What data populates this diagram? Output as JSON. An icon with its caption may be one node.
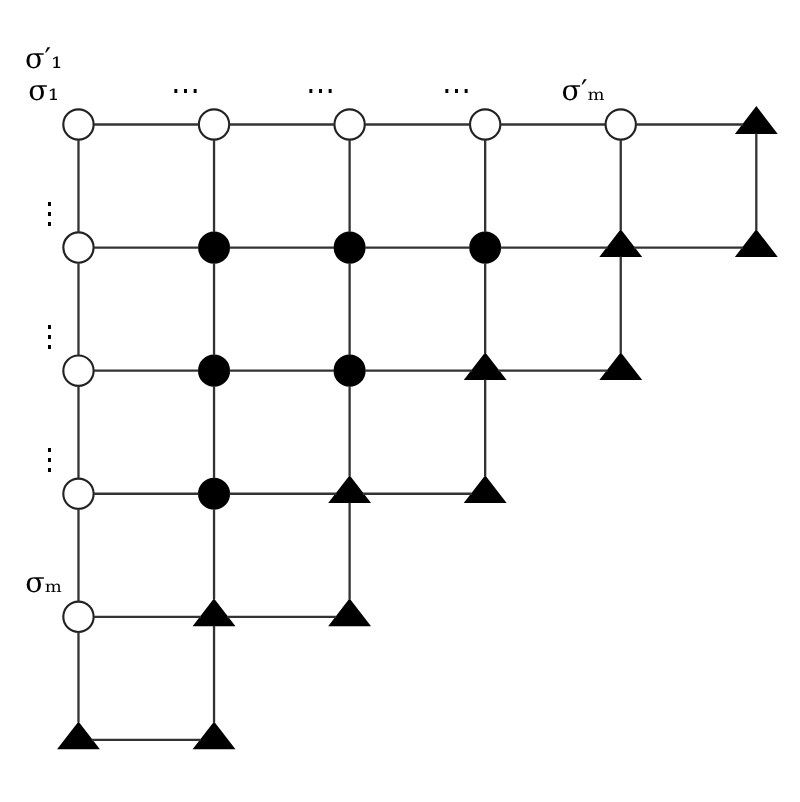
{
  "diagram": {
    "nodes": [
      {
        "text": [],
        "shape": "circle",
        "beside": [
          "σ′₁",
          "σ₁"
        ]
      },
      {
        "text": [],
        "shape": "circle",
        "beside": [
          "⋯"
        ]
      },
      {
        "text": [],
        "shape": "circle",
        "beside": [
          "⋯"
        ]
      },
      {
        "text": [],
        "shape": "circle",
        "beside": [
          "⋯"
        ]
      },
      {
        "text": [],
        "shape": "circle",
        "beside": [
          "σ′ₘ"
        ]
      },
      {
        "text": [],
        "shape": "triangle"
      },
      {
        "text": [],
        "shape": "circle",
        "beside": [
          "⋮"
        ]
      },
      {
        "text": [],
        "shape": "dot"
      },
      {
        "text": [],
        "shape": "dot"
      },
      {
        "text": [],
        "shape": "dot"
      },
      {
        "text": [],
        "shape": "triangle"
      },
      {
        "text": [],
        "shape": "triangle"
      },
      {
        "text": [],
        "shape": "circle",
        "beside": [
          "⋮"
        ]
      },
      {
        "text": [],
        "shape": "dot"
      },
      {
        "text": [],
        "shape": "dot"
      },
      {
        "text": [],
        "shape": "triangle"
      },
      {
        "text": [],
        "shape": "triangle"
      },
      {
        "text": [],
        "shape": "circle",
        "beside": [
          "⋮"
        ]
      },
      {
        "text": [],
        "shape": "dot"
      },
      {
        "text": [],
        "shape": "triangle"
      },
      {
        "text": [],
        "shape": "triangle"
      },
      {
        "text": [],
        "shape": "circle",
        "beside": [
          "σₘ"
        ]
      },
      {
        "text": [],
        "shape": "triangle"
      },
      {
        "text": [],
        "shape": "triangle"
      },
      {
        "text": [],
        "shape": "triangle"
      },
      {
        "text": [],
        "shape": "triangle"
      }
    ],
    "edges": [
      {
        "from": 0,
        "to": 1,
        "arrow": "none"
      },
      {
        "from": 1,
        "to": 2,
        "arrow": "none"
      },
      {
        "from": 2,
        "to": 3,
        "arrow": "none"
      },
      {
        "from": 3,
        "to": 4,
        "arrow": "none"
      },
      {
        "from": 4,
        "to": 5,
        "arrow": "none"
      },
      {
        "from": 0,
        "to": 6,
        "arrow": "none"
      },
      {
        "from": 1,
        "to": 7,
        "arrow": "none"
      },
      {
        "from": 2,
        "to": 8,
        "arrow": "none"
      },
      {
        "from": 3,
        "to": 9,
        "arrow": "none"
      },
      {
        "from": 4,
        "to": 10,
        "arrow": "none"
      },
      {
        "from": 5,
        "to": 11,
        "arrow": "none"
      },
      {
        "from": 6,
        "to": 7,
        "arrow": "none"
      },
      {
        "from": 7,
        "to": 8,
        "arrow": "none"
      },
      {
        "from": 8,
        "to": 9,
        "arrow": "none"
      },
      {
        "from": 9,
        "to": 10,
        "arrow": "none"
      },
      {
        "from": 10,
        "to": 11,
        "arrow": "none"
      },
      {
        "from": 6,
        "to": 12,
        "arrow": "none"
      },
      {
        "from": 7,
        "to": 13,
        "arrow": "none"
      },
      {
        "from": 8,
        "to": 14,
        "arrow": "none"
      },
      {
        "from": 9,
        "to": 15,
        "arrow": "none"
      },
      {
        "from": 10,
        "to": 16,
        "arrow": "none"
      },
      {
        "from": 12,
        "to": 13,
        "arrow": "none"
      },
      {
        "from": 13,
        "to": 14,
        "arrow": "none"
      },
      {
        "from": 14,
        "to": 15,
        "arrow": "none"
      },
      {
        "from": 15,
        "to": 16,
        "arrow": "none"
      },
      {
        "from": 12,
        "to": 17,
        "arrow": "none"
      },
      {
        "from": 13,
        "to": 18,
        "arrow": "none"
      },
      {
        "from": 14,
        "to": 19,
        "arrow": "none"
      },
      {
        "from": 15,
        "to": 20,
        "arrow": "none"
      },
      {
        "from": 17,
        "to": 18,
        "arrow": "none"
      },
      {
        "from": 18,
        "to": 19,
        "arrow": "none"
      },
      {
        "from": 19,
        "to": 20,
        "arrow": "none"
      },
      {
        "from": 17,
        "to": 21,
        "arrow": "none"
      },
      {
        "from": 18,
        "to": 22,
        "arrow": "none"
      },
      {
        "from": 19,
        "to": 23,
        "arrow": "none"
      },
      {
        "from": 21,
        "to": 22,
        "arrow": "none"
      },
      {
        "from": 22,
        "to": 23,
        "arrow": "none"
      },
      {
        "from": 21,
        "to": 24,
        "arrow": "none"
      },
      {
        "from": 22,
        "to": 25,
        "arrow": "none"
      },
      {
        "from": 24,
        "to": 25,
        "arrow": "none"
      }
    ]
  }
}
